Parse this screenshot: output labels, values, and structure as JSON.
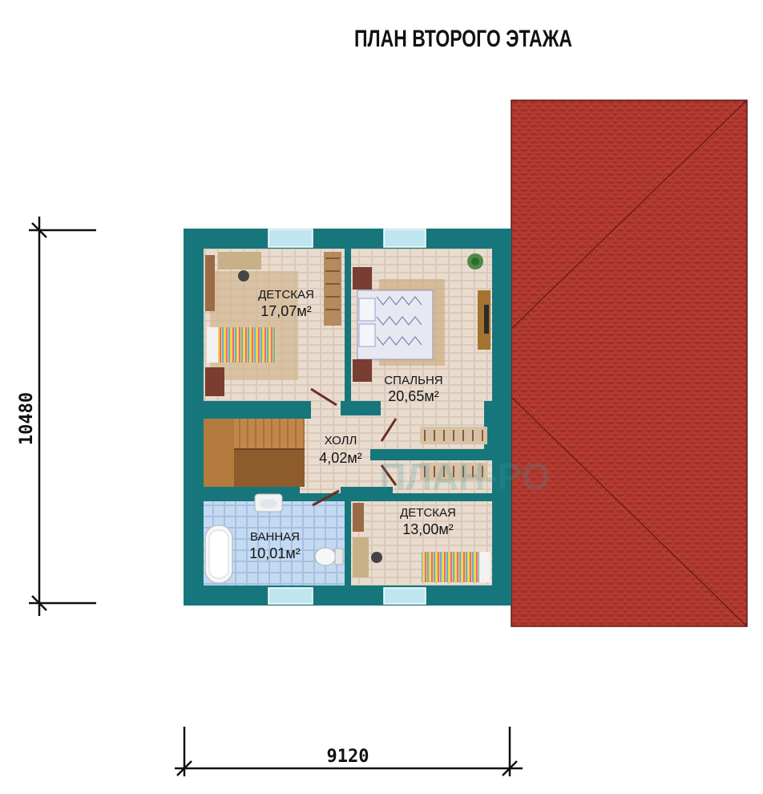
{
  "title": "ПЛАН ВТОРОГО ЭТАЖА",
  "dimensions": {
    "height": "10480",
    "width": "9120"
  },
  "rooms": [
    {
      "name": "ДЕТСКАЯ",
      "area": "17,07м²"
    },
    {
      "name": "СПАЛЬНЯ",
      "area": "20,65м²"
    },
    {
      "name": "ХОЛЛ",
      "area": "4,02м²"
    },
    {
      "name": "ВАННАЯ",
      "area": "10,01м²"
    },
    {
      "name": "ДЕТСКАЯ",
      "area": "13,00м²"
    }
  ],
  "watermark": "ПЛАН-РО",
  "colors": {
    "wall": "#16767b",
    "roof": "#b3382e",
    "floor": "#e6d7c9",
    "bath_floor": "#bcd4ee"
  }
}
